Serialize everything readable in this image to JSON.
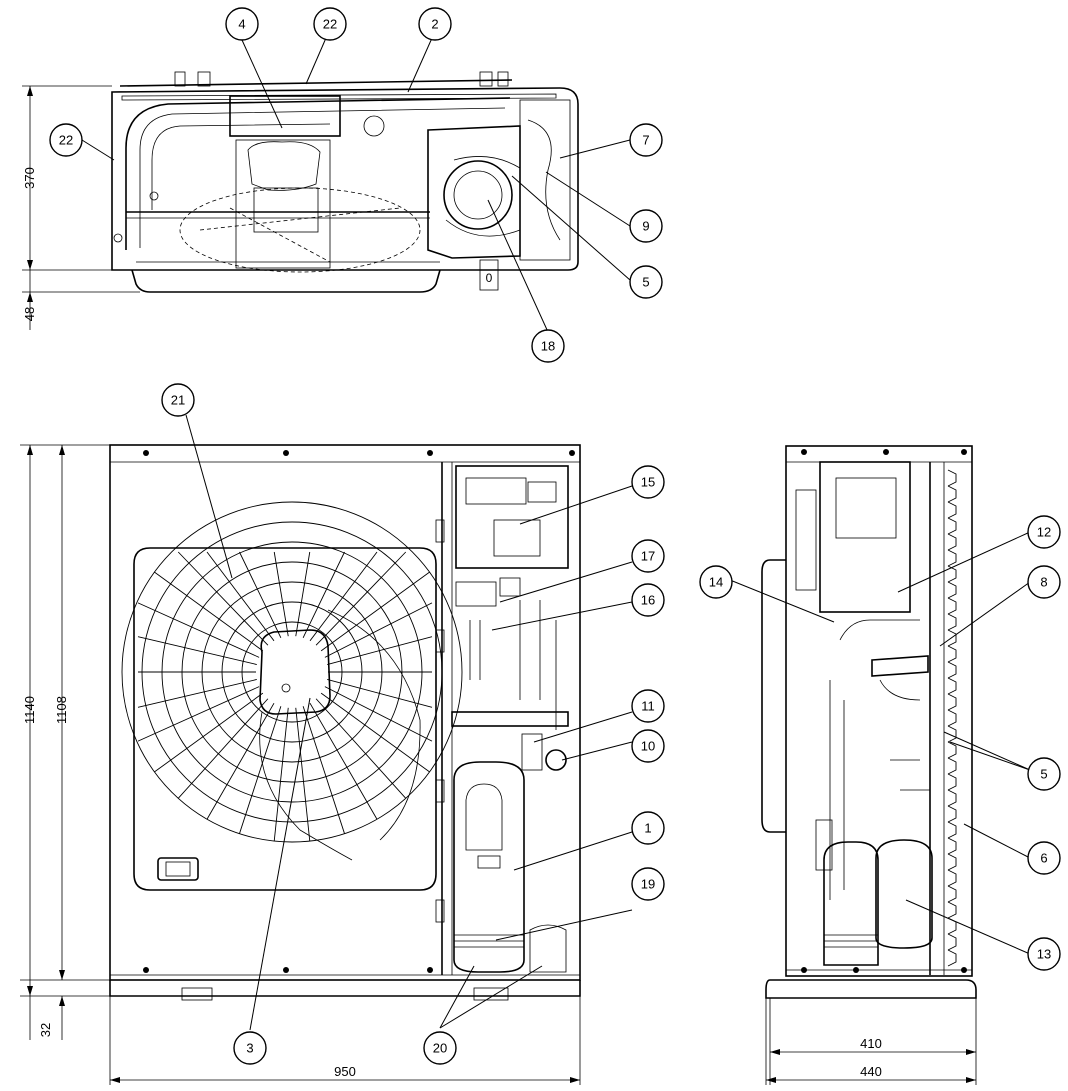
{
  "callouts": [
    {
      "id": "c-4",
      "label": "4"
    },
    {
      "id": "c-22a",
      "label": "22"
    },
    {
      "id": "c-2",
      "label": "2"
    },
    {
      "id": "c-22b",
      "label": "22"
    },
    {
      "id": "c-7",
      "label": "7"
    },
    {
      "id": "c-9",
      "label": "9"
    },
    {
      "id": "c-5a",
      "label": "5"
    },
    {
      "id": "c-18",
      "label": "18"
    },
    {
      "id": "c-21",
      "label": "21"
    },
    {
      "id": "c-15",
      "label": "15"
    },
    {
      "id": "c-17",
      "label": "17"
    },
    {
      "id": "c-16",
      "label": "16"
    },
    {
      "id": "c-11",
      "label": "11"
    },
    {
      "id": "c-10",
      "label": "10"
    },
    {
      "id": "c-1",
      "label": "1"
    },
    {
      "id": "c-19",
      "label": "19"
    },
    {
      "id": "c-3",
      "label": "3"
    },
    {
      "id": "c-20",
      "label": "20"
    },
    {
      "id": "c-12",
      "label": "12"
    },
    {
      "id": "c-14",
      "label": "14"
    },
    {
      "id": "c-8",
      "label": "8"
    },
    {
      "id": "c-5b",
      "label": "5"
    },
    {
      "id": "c-6",
      "label": "6"
    },
    {
      "id": "c-13",
      "label": "13"
    }
  ],
  "dimensions": {
    "top_depth": "370",
    "top_foot": "48",
    "front_height_total": "1140",
    "front_height_body": "1108",
    "front_foot": "32",
    "front_width": "950",
    "side_inner_width": "410",
    "side_outer_width": "440"
  },
  "views": [
    "top-view",
    "front-view",
    "side-view"
  ],
  "colors": {
    "line": "#000000",
    "background": "#ffffff"
  }
}
